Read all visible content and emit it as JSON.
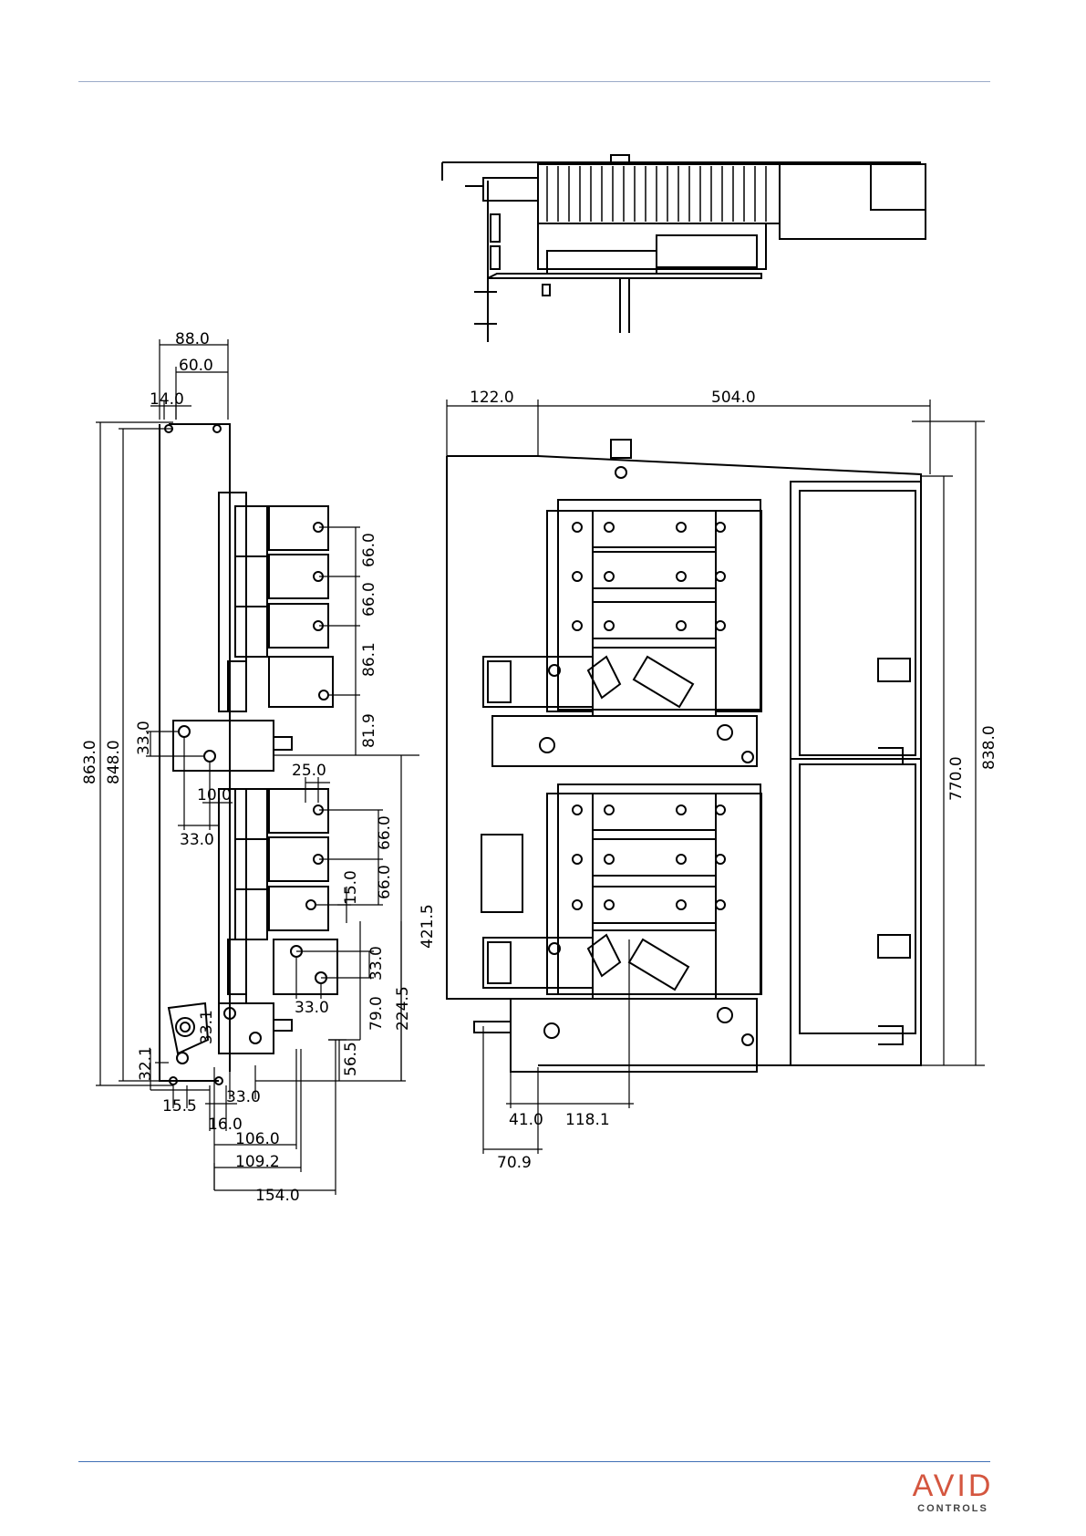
{
  "logo": {
    "main": "AVID",
    "sub": "CONTROLS"
  },
  "dimensions": {
    "side_top": [
      "88.0",
      "60.0",
      "14.0"
    ],
    "side_height": [
      "863.0",
      "848.0"
    ],
    "side_right_upper": [
      "66.0",
      "66.0",
      "86.1",
      "81.9"
    ],
    "side_left_mid": [
      "33.0",
      "10.0",
      "33.0"
    ],
    "side_lower": [
      "25.0",
      "66.0",
      "66.0",
      "15.0",
      "33.0",
      "79.0",
      "224.5",
      "421.5",
      "33.0",
      "56.5"
    ],
    "side_bottom": [
      "32.1",
      "33.1",
      "15.5",
      "16.0",
      "33.0",
      "106.0",
      "109.2",
      "154.0"
    ],
    "front_top": [
      "122.0",
      "504.0"
    ],
    "front_right": [
      "770.0",
      "838.0"
    ],
    "front_bottom": [
      "41.0",
      "118.1",
      "70.9"
    ]
  }
}
